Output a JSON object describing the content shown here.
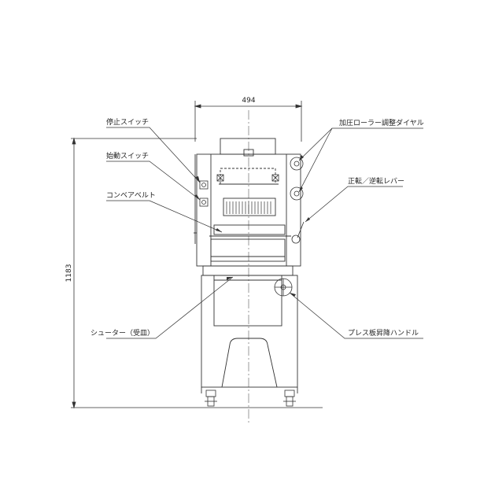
{
  "dimensions": {
    "width_label": "494",
    "height_label": "1183"
  },
  "labels": {
    "stop_switch": "停止スイッチ",
    "start_switch": "始動スイッチ",
    "conveyor_belt": "コンベアベルト",
    "chute": "シューター（受皿）",
    "pressure_dial": "加圧ローラー調整ダイヤル",
    "lever": "正転／逆転レバー",
    "press_handle": "プレス板昇降ハンドル"
  }
}
